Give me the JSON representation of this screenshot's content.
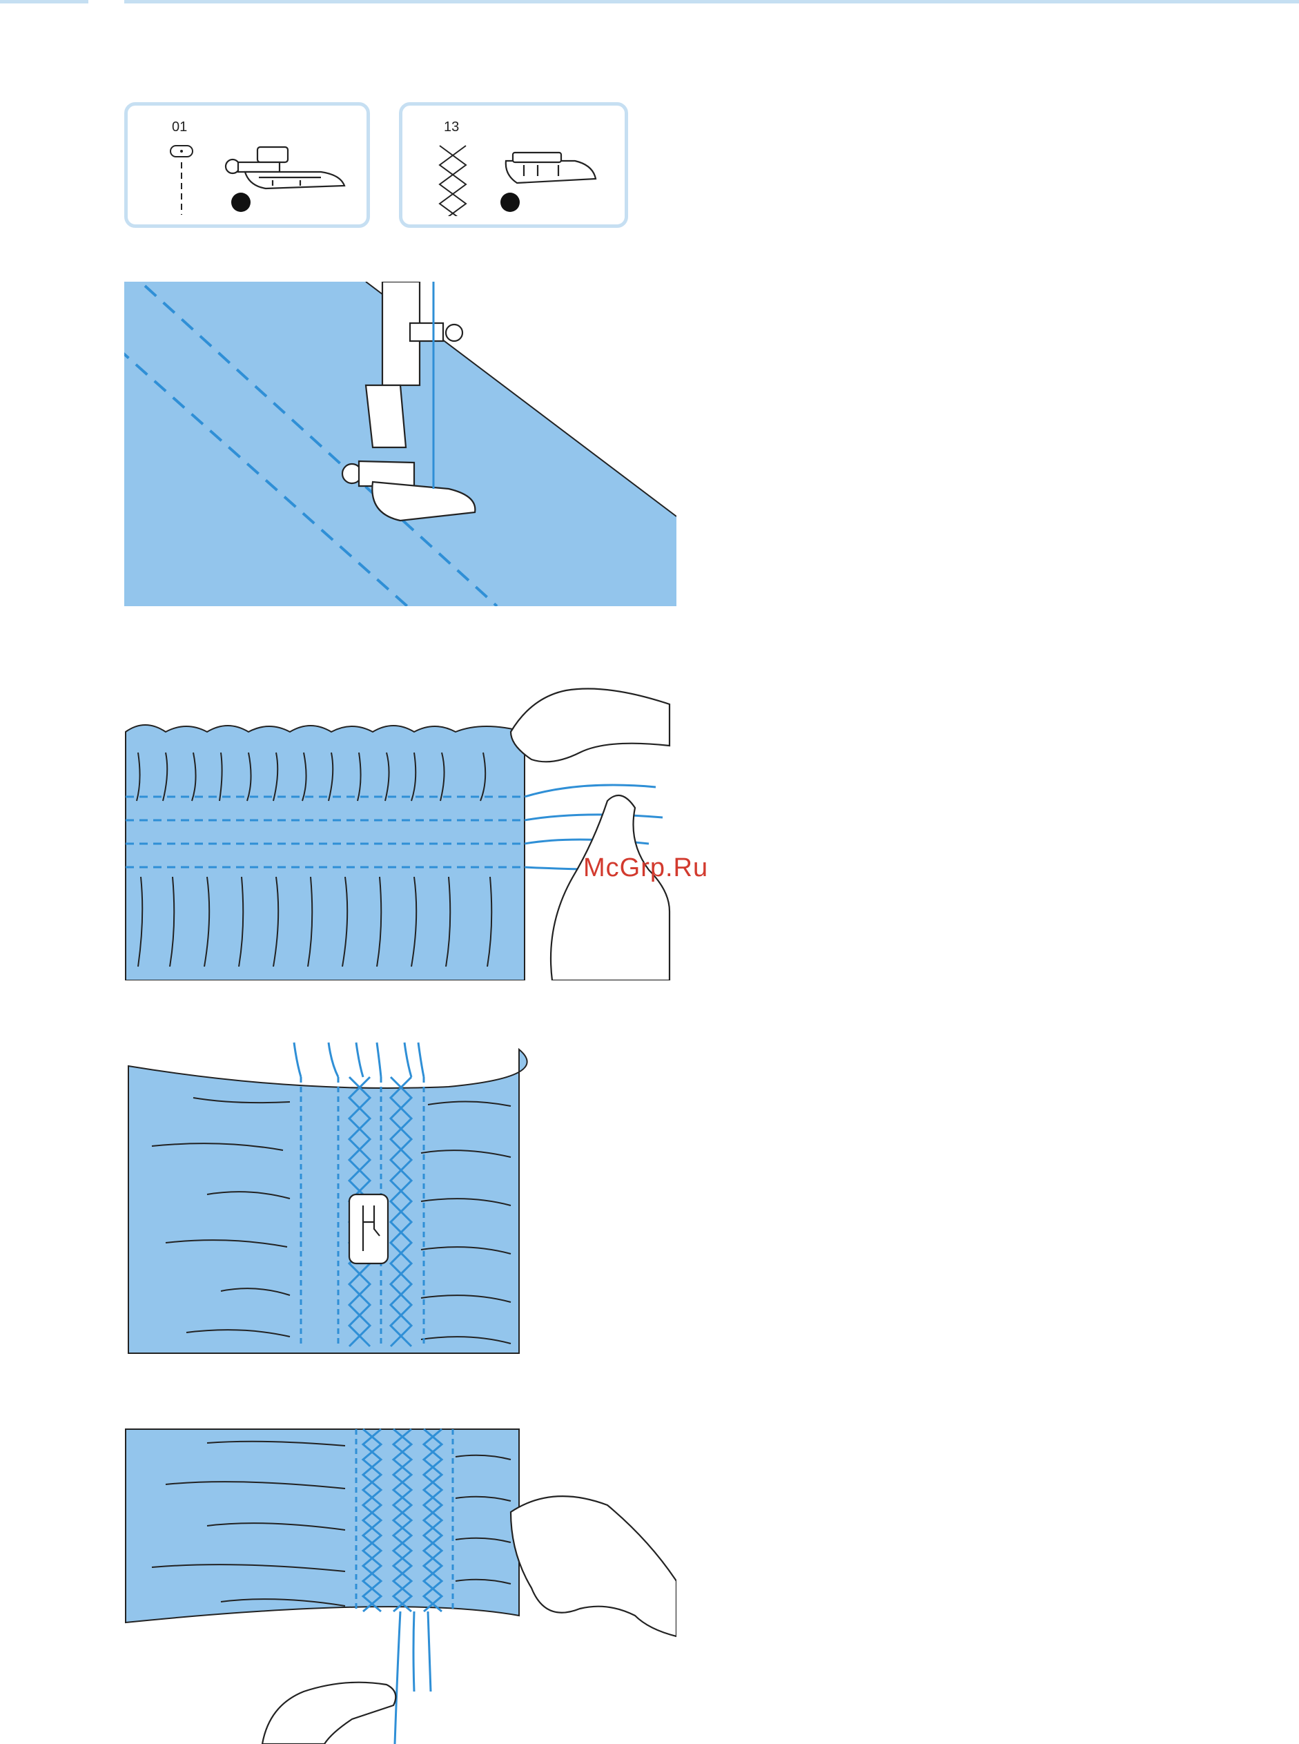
{
  "stitches": [
    {
      "number": "01",
      "pattern": "straight-stitch",
      "foot": "zigzag-foot",
      "dot": "black-dot"
    },
    {
      "number": "13",
      "pattern": "diamond-stitch",
      "foot": "satin-foot",
      "dot": "black-dot"
    }
  ],
  "watermark": "McGrp.Ru",
  "colors": {
    "fabric": "#93c5ec",
    "thread": "#2f8fd6",
    "box_border": "#c6dff2",
    "rule": "#c5dff2",
    "watermark": "#d23a2e"
  }
}
